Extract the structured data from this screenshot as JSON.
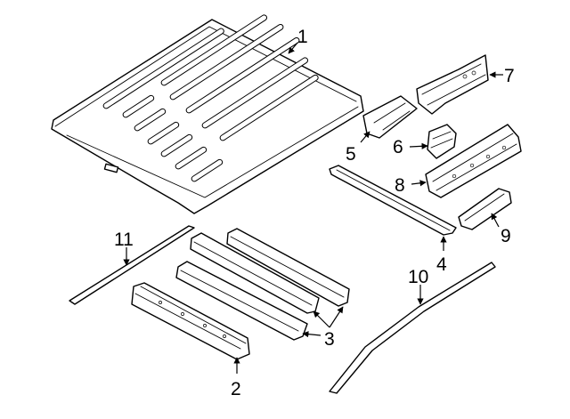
{
  "callouts": [
    {
      "id": "c1",
      "label": "1"
    },
    {
      "id": "c2",
      "label": "2"
    },
    {
      "id": "c3",
      "label": "3"
    },
    {
      "id": "c4",
      "label": "4"
    },
    {
      "id": "c5",
      "label": "5"
    },
    {
      "id": "c6",
      "label": "6"
    },
    {
      "id": "c7",
      "label": "7"
    },
    {
      "id": "c8",
      "label": "8"
    },
    {
      "id": "c9",
      "label": "9"
    },
    {
      "id": "c10",
      "label": "10"
    },
    {
      "id": "c11",
      "label": "11"
    }
  ],
  "colors": {
    "line": "#000000",
    "background": "#ffffff"
  }
}
